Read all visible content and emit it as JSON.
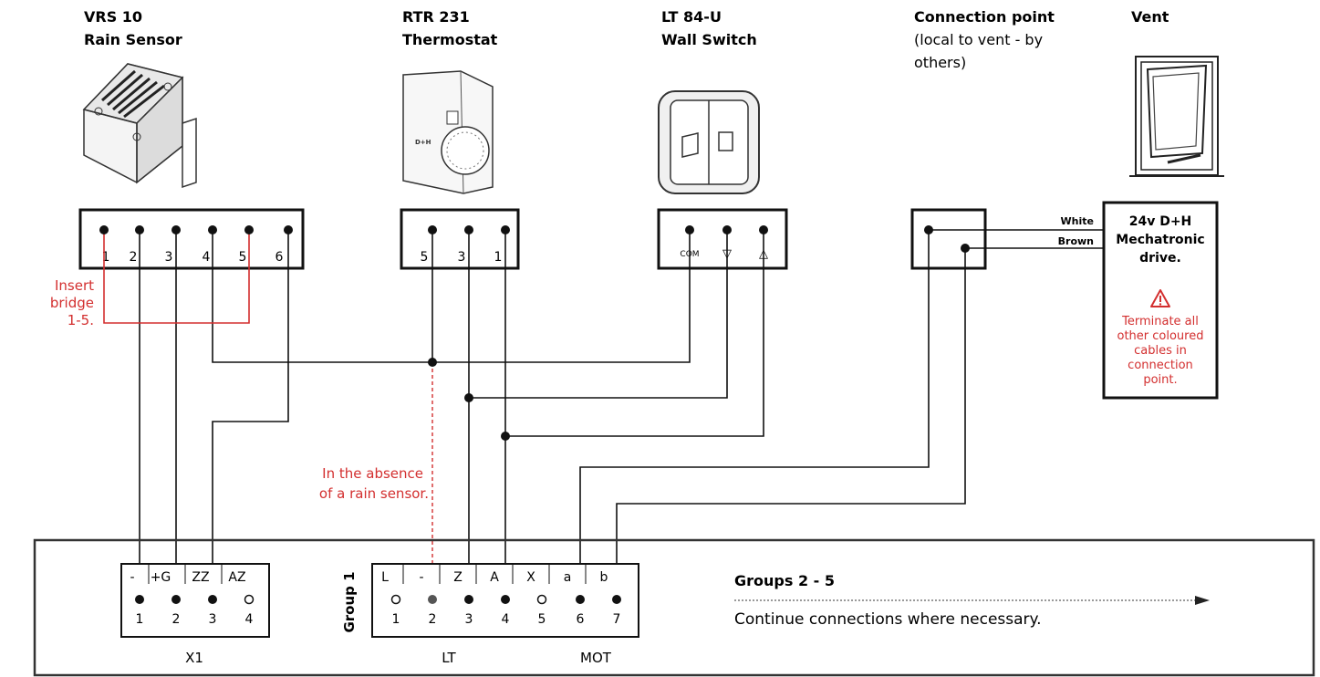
{
  "devices": {
    "rain_sensor": {
      "title1": "VRS 10",
      "title2": "Rain Sensor"
    },
    "thermostat": {
      "title1": "RTR 231",
      "title2": "Thermostat"
    },
    "wall_switch": {
      "title1": "LT 84-U",
      "title2": "Wall Switch"
    },
    "connection_point": {
      "title": "Connection point",
      "sub1": "(local to vent - by",
      "sub2": "others)"
    },
    "vent": {
      "title": "Vent"
    }
  },
  "terminals": {
    "rain_sensor": [
      "1",
      "2",
      "3",
      "4",
      "5",
      "6"
    ],
    "thermostat": [
      "5",
      "3",
      "1"
    ],
    "wall_switch": [
      "COM",
      "▽",
      "△"
    ]
  },
  "bridge_note": [
    "Insert",
    "bridge",
    "1-5."
  ],
  "wires": {
    "white": "White",
    "brown": "Brown"
  },
  "drive": {
    "line1": "24v D+H",
    "line2": "Mechatronic",
    "line3": "drive.",
    "warning_icon": "warning-triangle-icon",
    "warning": [
      "Terminate all",
      "other coloured",
      "cables in",
      "connection",
      "point."
    ]
  },
  "absence_note": [
    "In the absence",
    "of a rain sensor."
  ],
  "x1": {
    "top": [
      "-",
      "+G",
      "ZZ",
      "AZ"
    ],
    "bottom": [
      "1",
      "2",
      "3",
      "4"
    ],
    "label": "X1"
  },
  "group1": {
    "label": "Group 1",
    "top": [
      "L",
      "-",
      "Z",
      "A",
      "X",
      "a",
      "b"
    ],
    "bottom": [
      "1",
      "2",
      "3",
      "4",
      "5",
      "6",
      "7"
    ],
    "lt_label": "LT",
    "mot_label": "MOT"
  },
  "groups_note": {
    "title": "Groups 2 - 5",
    "text": "Continue connections where necessary."
  },
  "colors": {
    "black": "#111111",
    "red": "#d32f2f"
  }
}
